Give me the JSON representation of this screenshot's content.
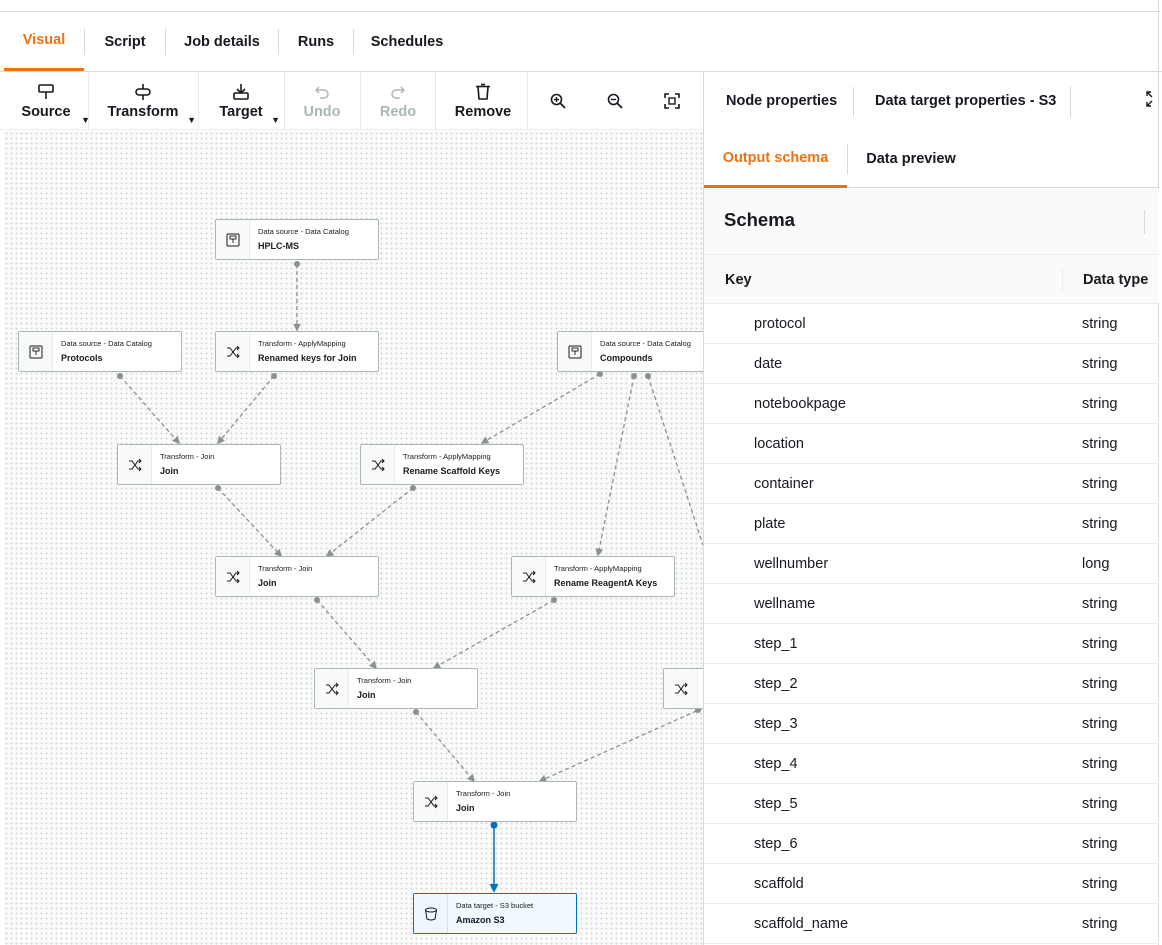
{
  "tabs": [
    {
      "label": "Visual",
      "active": true
    },
    {
      "label": "Script"
    },
    {
      "label": "Job details"
    },
    {
      "label": "Runs"
    },
    {
      "label": "Schedules"
    }
  ],
  "toolbar": {
    "source": "Source",
    "transform": "Transform",
    "target": "Target",
    "undo": "Undo",
    "redo": "Redo",
    "remove": "Remove"
  },
  "nodes": {
    "hplc": {
      "type": "Data source - Data Catalog",
      "name": "HPLC-MS"
    },
    "protocols": {
      "type": "Data source - Data Catalog",
      "name": "Protocols"
    },
    "renamed_keys": {
      "type": "Transform - ApplyMapping",
      "name": "Renamed keys for Join"
    },
    "compounds": {
      "type": "Data source - Data Catalog",
      "name": "Compounds"
    },
    "join1": {
      "type": "Transform - Join",
      "name": "Join"
    },
    "rename_scaffold": {
      "type": "Transform - ApplyMapping",
      "name": "Rename Scaffold Keys"
    },
    "join2": {
      "type": "Transform - Join",
      "name": "Join"
    },
    "rename_reagenta": {
      "type": "Transform - ApplyMapping",
      "name": "Rename ReagentA Keys"
    },
    "join3": {
      "type": "Transform - Join",
      "name": "Join"
    },
    "join4": {
      "type": "Transform - Join",
      "name": "Join"
    },
    "target": {
      "type": "Data target - S3 bucket",
      "name": "Amazon S3"
    }
  },
  "panel": {
    "tabs": [
      "Node properties",
      "Data target properties - S3"
    ],
    "subtabs": [
      {
        "label": "Output schema",
        "active": true
      },
      {
        "label": "Data preview"
      }
    ],
    "schema_title": "Schema",
    "columns": {
      "key": "Key",
      "type": "Data type"
    },
    "rows": [
      {
        "key": "protocol",
        "type": "string"
      },
      {
        "key": "date",
        "type": "string"
      },
      {
        "key": "notebookpage",
        "type": "string"
      },
      {
        "key": "location",
        "type": "string"
      },
      {
        "key": "container",
        "type": "string"
      },
      {
        "key": "plate",
        "type": "string"
      },
      {
        "key": "wellnumber",
        "type": "long"
      },
      {
        "key": "wellname",
        "type": "string"
      },
      {
        "key": "step_1",
        "type": "string"
      },
      {
        "key": "step_2",
        "type": "string"
      },
      {
        "key": "step_3",
        "type": "string"
      },
      {
        "key": "step_4",
        "type": "string"
      },
      {
        "key": "step_5",
        "type": "string"
      },
      {
        "key": "step_6",
        "type": "string"
      },
      {
        "key": "scaffold",
        "type": "string"
      },
      {
        "key": "scaffold_name",
        "type": "string"
      }
    ]
  },
  "colors": {
    "accent": "#ec7211",
    "selected_edge": "#0073bb",
    "edge": "#8a8f94"
  }
}
